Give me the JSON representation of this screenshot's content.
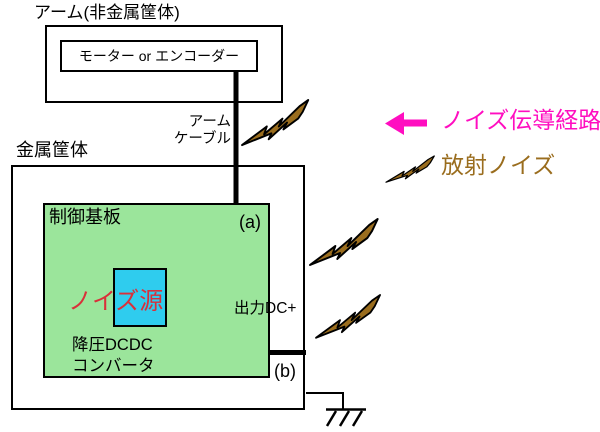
{
  "colors": {
    "noise_path": "#ff0ec0",
    "radiated_noise": "#9a6d1e",
    "noise_source_text": "#d9303a",
    "pcb_fill": "#9be59b",
    "noise_source_fill": "#2fccee"
  },
  "arm": {
    "title": "アーム(非金属筐体)",
    "motor_label": "モーター or エンコーダー",
    "cable_label_line1": "アーム",
    "cable_label_line2": "ケーブル"
  },
  "enclosure": {
    "title": "金属筐体",
    "board_title": "制御基板",
    "noise_source": "ノイズ源",
    "output_label": "出力DC+",
    "converter_line1": "降圧DCDC",
    "converter_line2": "コンバータ",
    "path_a": "(a)",
    "path_b": "(b)"
  },
  "legend": {
    "conduction_label": "ノイズ伝導経路",
    "radiated_label": "放射ノイズ"
  }
}
